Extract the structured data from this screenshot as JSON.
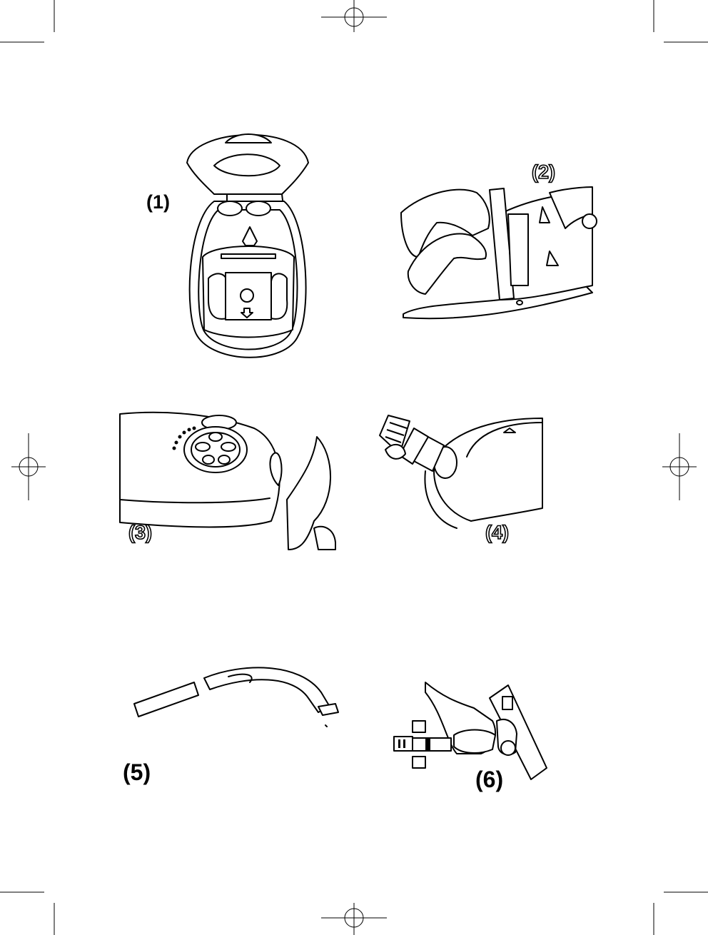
{
  "figures": [
    {
      "id": 1,
      "label": "(1)",
      "outlined": false,
      "depicts": "vacuum-open-lid-dust-bag"
    },
    {
      "id": 2,
      "label": "(2)",
      "outlined": true,
      "depicts": "hands-inserting-dust-bag"
    },
    {
      "id": 3,
      "label": "(3)",
      "outlined": true,
      "depicts": "vacuum-top-filter-indicator"
    },
    {
      "id": 4,
      "label": "(4)",
      "outlined": true,
      "depicts": "hose-inserted-into-inlet"
    },
    {
      "id": 5,
      "label": "(5)",
      "outlined": false,
      "depicts": "hose-and-tube-connection"
    },
    {
      "id": 6,
      "label": "(6)",
      "outlined": false,
      "depicts": "hand-attaching-floor-nozzle"
    }
  ]
}
